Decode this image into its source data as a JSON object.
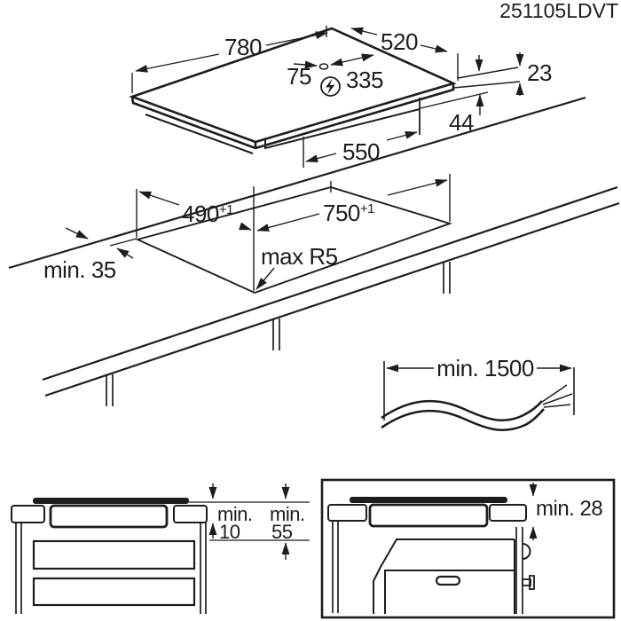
{
  "title": "251105LDVT",
  "colors": {
    "line": "#1d1d1d",
    "background": "#ffffff"
  },
  "icons": {
    "power_connection": "lightning-bolt"
  },
  "hob_top_view": {
    "width": "780",
    "depth": "520",
    "connection_offset_left": "75",
    "connection_offset_right": "335",
    "height_above_worktop": "23",
    "depth_below_worktop": "44",
    "body_width": "550"
  },
  "cutout_view": {
    "cutout_depth": "490",
    "cutout_depth_tolerance": "+1",
    "cutout_width": "750",
    "cutout_width_tolerance": "+1",
    "rear_clearance": "min. 35",
    "corner_radius": "max R5"
  },
  "cable_diagram": {
    "cable_length": "min. 1500"
  },
  "drawer_clearance_view": {
    "gap_min_label_1": "min.",
    "gap_value_1": "10",
    "gap_min_label_2": "min.",
    "gap_value_2": "55"
  },
  "oven_clearance_view": {
    "worktop_thickness": "min. 28"
  }
}
